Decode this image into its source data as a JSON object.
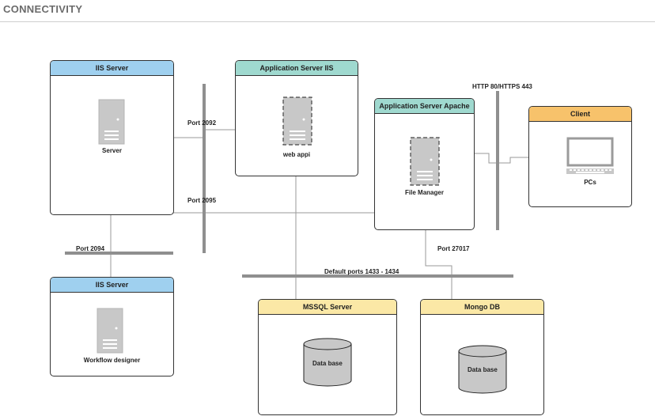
{
  "page": {
    "title": "CONNECTIVITY"
  },
  "nodes": {
    "iis_server_top": {
      "header": "IIS Server",
      "caption": "Server",
      "icon": "server-icon"
    },
    "app_server_iis": {
      "header": "Application Server IIS",
      "caption": "web appi",
      "icon": "server-icon"
    },
    "app_server_apache": {
      "header": "Application Server Apache",
      "caption": "File Manager",
      "icon": "server-icon"
    },
    "client": {
      "header": "Client",
      "caption": "PCs",
      "icon": "monitor-icon"
    },
    "iis_server_bottom": {
      "header": "IIS Server",
      "caption": "Workflow designer",
      "icon": "server-icon"
    },
    "mssql": {
      "header": "MSSQL Server",
      "caption": "Data base",
      "icon": "database-icon"
    },
    "mongo": {
      "header": "Mongo DB",
      "caption": "Data base",
      "icon": "database-icon"
    }
  },
  "connections": {
    "port_2092": "Port  2092",
    "port_2095": "Port  2095",
    "port_2094": "Port 2094",
    "port_27017": "Port 27017",
    "http_ports": "HTTP 80/HTTPS 443",
    "default_ports": "Default ports  1433 - 1434"
  },
  "colors": {
    "blue_header": "#9fd0ef",
    "teal_header": "#9fd9cf",
    "orange_header": "#f7c26b",
    "yellow_header": "#fbe8a6",
    "bus": "#8f8f8f",
    "wire": "#9a9a9a",
    "icon_fill": "#c8c8c8"
  }
}
